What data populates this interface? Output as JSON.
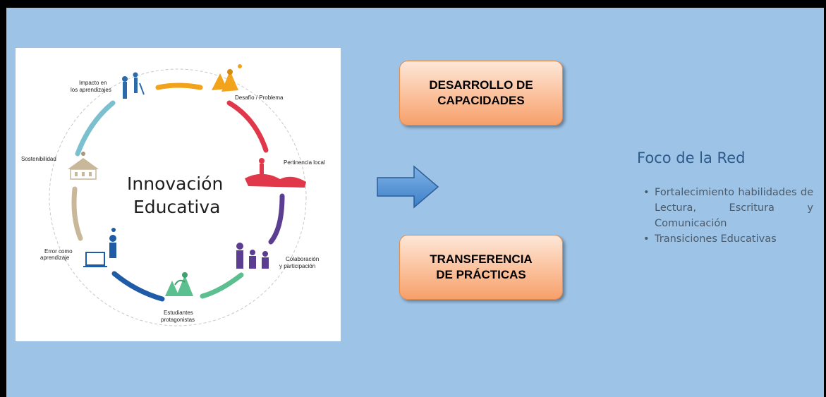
{
  "diagram": {
    "center_line1": "Innovación",
    "center_line2": "Educativa",
    "labels": {
      "impacto_l1": "Impacto en",
      "impacto_l2": "los aprendizajes",
      "desafio": "Desafío / Problema",
      "sostenibilidad": "Sostenibilidad",
      "pertinencia": "Pertinencia local",
      "error_l1": "Error como",
      "error_l2": "aprendizaje",
      "colaboracion_l1": "Colaboración",
      "colaboracion_l2": "y participación",
      "estudiantes_l1": "Estudiantes",
      "estudiantes_l2": "protagonistas"
    },
    "colors": {
      "orange": "#f2a31b",
      "red": "#e0374a",
      "purple": "#5b3e91",
      "green": "#5bbf8f",
      "blue": "#1f5ca8",
      "tan": "#c9b79a",
      "teal": "#7cc0cf"
    }
  },
  "boxes": {
    "top": "DESARROLLO DE\nCAPACIDADES",
    "bottom": "TRANSFERENCIA\nDE PRÁCTICAS"
  },
  "focus": {
    "title": "Foco de la Red",
    "items": [
      "Fortalecimiento habilidades de Lectura, Escritura y Comunicación",
      "Transiciones Educativas"
    ]
  },
  "icons": {
    "arrow": "right-arrow-icon"
  }
}
